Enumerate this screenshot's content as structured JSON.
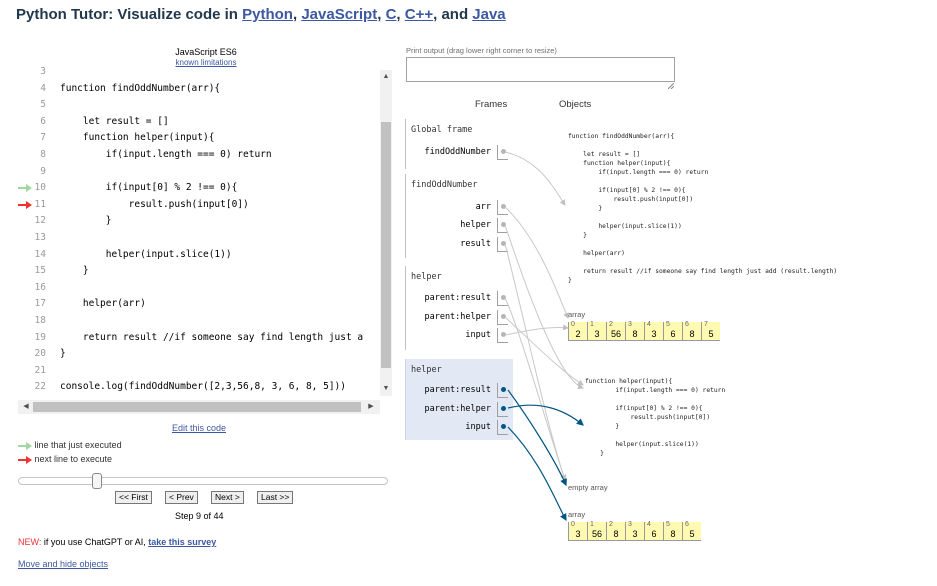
{
  "header": {
    "title_prefix": "Python Tutor: Visualize code in ",
    "langs": [
      "Python",
      "JavaScript",
      "C",
      "C++",
      "Java"
    ],
    "sep1": ", ",
    "sep2": ", ",
    "sep3": ", ",
    "sep4": ", and "
  },
  "editor": {
    "language": "JavaScript ES6",
    "limitations_link": "known limitations",
    "lines": [
      {
        "num": "3",
        "text": "",
        "marker": ""
      },
      {
        "num": "4",
        "text": "function findOddNumber(arr){",
        "marker": ""
      },
      {
        "num": "5",
        "text": "",
        "marker": ""
      },
      {
        "num": "6",
        "text": "    let result = []",
        "marker": ""
      },
      {
        "num": "7",
        "text": "    function helper(input){",
        "marker": ""
      },
      {
        "num": "8",
        "text": "        if(input.length === 0) return",
        "marker": ""
      },
      {
        "num": "9",
        "text": "",
        "marker": ""
      },
      {
        "num": "10",
        "text": "        if(input[0] % 2 !== 0){",
        "marker": "executed"
      },
      {
        "num": "11",
        "text": "            result.push(input[0])",
        "marker": "next"
      },
      {
        "num": "12",
        "text": "        }",
        "marker": ""
      },
      {
        "num": "13",
        "text": "",
        "marker": ""
      },
      {
        "num": "14",
        "text": "        helper(input.slice(1))",
        "marker": ""
      },
      {
        "num": "15",
        "text": "    }",
        "marker": ""
      },
      {
        "num": "16",
        "text": "",
        "marker": ""
      },
      {
        "num": "17",
        "text": "    helper(arr)",
        "marker": ""
      },
      {
        "num": "18",
        "text": "",
        "marker": ""
      },
      {
        "num": "19",
        "text": "    return result //if someone say find length just a",
        "marker": ""
      },
      {
        "num": "20",
        "text": "}",
        "marker": ""
      },
      {
        "num": "21",
        "text": "",
        "marker": ""
      },
      {
        "num": "22",
        "text": "console.log(findOddNumber([2,3,56,8, 3, 6, 8, 5]))",
        "marker": ""
      }
    ],
    "edit_link": "Edit this code"
  },
  "legend": {
    "executed": "line that just executed",
    "next": "next line to execute"
  },
  "nav": {
    "first": "<< First",
    "prev": "< Prev",
    "next": "Next >",
    "last": "Last >>",
    "step_text": "Step 9 of 44",
    "progress_fraction": 0.2045
  },
  "footer": {
    "new_label": "NEW:",
    "new_text": " if you use ChatGPT or AI, ",
    "survey_link": "take this survey",
    "move_link": "Move and hide objects"
  },
  "print": {
    "label": "Print output (drag lower right corner to resize)"
  },
  "viz": {
    "frames_header": "Frames",
    "objects_header": "Objects",
    "global_frame": {
      "name": "Global frame",
      "vars": [
        "findOddNumber"
      ]
    },
    "frame1": {
      "name": "findOddNumber",
      "vars": [
        "arr",
        "helper",
        "result"
      ]
    },
    "frame2": {
      "name": "helper",
      "vars": [
        "parent:result",
        "parent:helper",
        "input"
      ]
    },
    "frame3": {
      "name": "helper",
      "vars": [
        "parent:result",
        "parent:helper",
        "input"
      ]
    },
    "func1_code": "function findOddNumber(arr){\n\n    let result = []\n    function helper(input){\n        if(input.length === 0) return\n\n        if(input[0] % 2 !== 0){\n            result.push(input[0])\n        }\n\n        helper(input.slice(1))\n    }\n\n    helper(arr)\n\n    return result //if someone say find length just add (result.length)\n}",
    "func2_code": "function helper(input){\n        if(input.length === 0) return\n\n        if(input[0] % 2 !== 0){\n            result.push(input[0])\n        }\n\n        helper(input.slice(1))\n    }",
    "array_label": "array",
    "array1": [
      2,
      3,
      56,
      8,
      3,
      6,
      8,
      5
    ],
    "empty_label": "empty array",
    "array2": [
      3,
      56,
      8,
      3,
      6,
      8,
      5
    ]
  }
}
